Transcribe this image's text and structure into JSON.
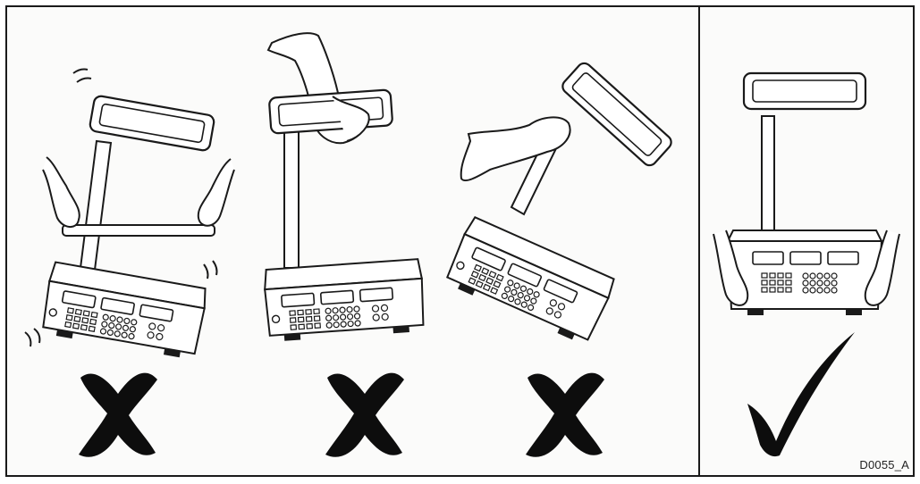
{
  "figure": {
    "code": "D0055_A",
    "panels": [
      {
        "id": "tilt-lift",
        "verdict": "incorrect",
        "verdict_symbol": "cross-icon"
      },
      {
        "id": "pole-lift",
        "verdict": "incorrect",
        "verdict_symbol": "cross-icon"
      },
      {
        "id": "display-lift",
        "verdict": "incorrect",
        "verdict_symbol": "cross-icon"
      },
      {
        "id": "base-lift",
        "verdict": "correct",
        "verdict_symbol": "checkmark-icon"
      }
    ],
    "colors": {
      "ink": "#1a1a1a",
      "paper": "#fbfbfa"
    }
  }
}
